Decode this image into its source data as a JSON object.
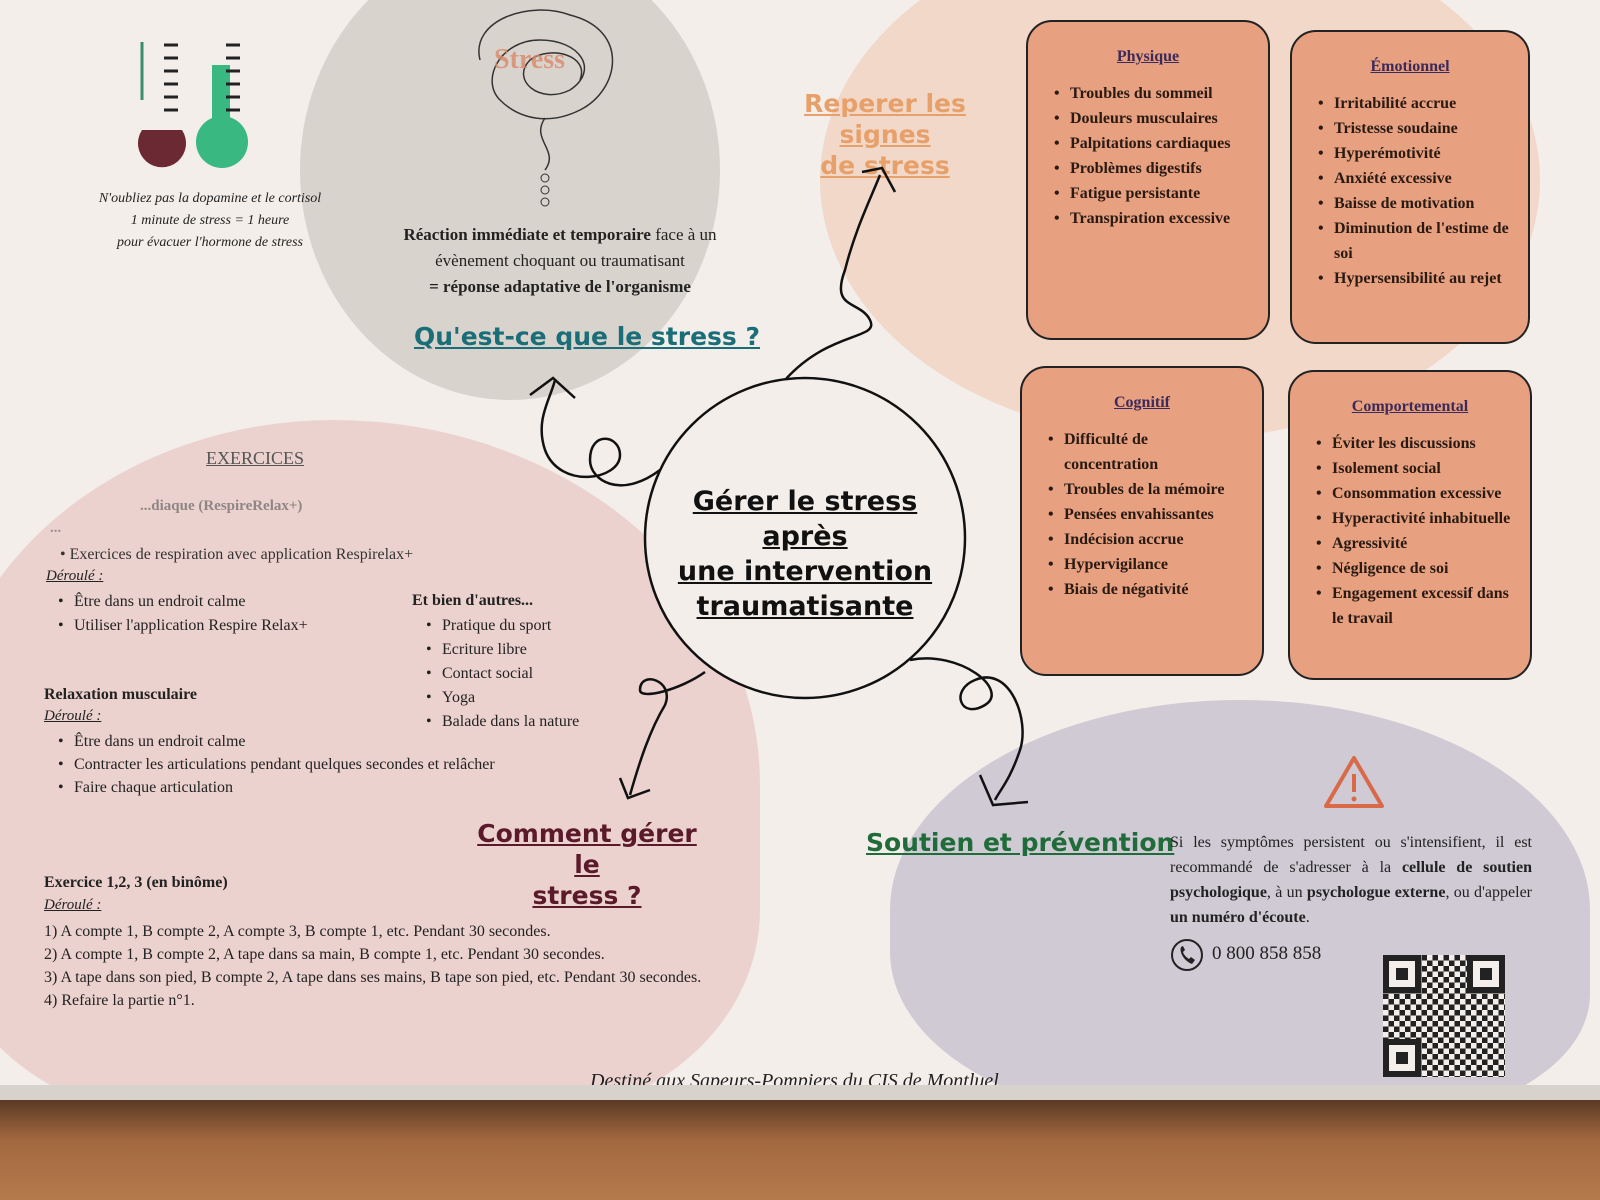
{
  "thermometer_note": [
    "N'oubliez pas la dopamine et le cortisol",
    "1 minute de stress = 1 heure",
    "pour évacuer l'hormone de stress"
  ],
  "stress_word": "Stress",
  "definition": {
    "line1_bold": "Réaction immédiate et temporaire",
    "line1_rest": " face à un",
    "line2": "évènement choquant ou traumatisant",
    "line3": "= réponse adaptative de l'organisme"
  },
  "headings": {
    "what_is": "Qu'est-ce que le stress ?",
    "signs": [
      "Reperer les signes",
      "de stress"
    ],
    "how_to": [
      "Comment gérer le",
      "stress ?"
    ],
    "support": "Soutien et prévention"
  },
  "center_title": [
    "Gérer le stress après",
    "une intervention",
    "traumatisante"
  ],
  "boxes": {
    "physique": {
      "title": "Physique",
      "items": [
        "Troubles du sommeil",
        "Douleurs musculaires",
        "Palpitations cardiaques",
        "Problèmes digestifs",
        "Fatigue persistante",
        "Transpiration excessive"
      ]
    },
    "emotionnel": {
      "title": "Émotionnel",
      "items": [
        "Irritabilité accrue",
        "Tristesse soudaine",
        "Hyperémotivité",
        "Anxiété excessive",
        "Baisse de motivation",
        "Diminution de l'estime de soi",
        "Hypersensibilité au rejet"
      ]
    },
    "cognitif": {
      "title": "Cognitif",
      "items": [
        "Difficulté de concentration",
        "Troubles de la mémoire",
        "Pensées envahissantes",
        "Indécision accrue",
        "Hypervigilance",
        "Biais de négativité"
      ]
    },
    "comportemental": {
      "title": "Comportemental",
      "items": [
        "Éviter les discussions",
        "Isolement social",
        "Consommation excessive",
        "Hyperactivité inhabituelle",
        "Agressivité",
        "Négligence de soi",
        "Engagement excessif dans le travail"
      ]
    }
  },
  "exercises": {
    "title": "EXERCICES",
    "cardiac_title": "...diaque (RespireRelax+)",
    "cardiac_sub": "...",
    "cardiac_desc": "• Exercices de respiration avec application Respirelax+",
    "deroule": "Déroulé :",
    "cardiac_steps": [
      "Être dans un endroit calme",
      "Utiliser l'application Respire Relax+"
    ],
    "others_title": "Et bien d'autres...",
    "others": [
      "Pratique du sport",
      "Ecriture libre",
      "Contact social",
      "Yoga",
      "Balade dans la nature"
    ],
    "muscle_title": "Relaxation musculaire",
    "muscle_steps": [
      "Être dans un endroit calme",
      "Contracter les articulations pendant quelques secondes et relâcher",
      "Faire chaque articulation"
    ],
    "binome_title": "Exercice 1,2, 3 (en binôme)",
    "binome_steps": [
      "1) A compte 1, B compte 2, A compte 3, B compte 1, etc. Pendant 30 secondes.",
      "2) A compte 1, B compte 2, A tape dans sa main, B compte 1, etc. Pendant 30 secondes.",
      "3) A tape dans son pied, B compte 2, A tape dans ses mains, B tape son pied, etc. Pendant 30 secondes.",
      "4) Refaire la partie n°1."
    ]
  },
  "support_text": {
    "p1": "Si les symptômes persistent ou s'intensifient, il est recommandé de s'adresser à la ",
    "b1": "cellule de soutien psychologique",
    "p2": ", à un ",
    "b2": "psychologue externe",
    "p3": ", ou d'appeler ",
    "b3": "un numéro d'écoute",
    "p4": "."
  },
  "phone": "0 800 858 858",
  "footer": "Destiné aux Sapeurs-Pompiers du CIS de Montluel",
  "colors": {
    "box": "#e7a080",
    "teal": "#1a6e78",
    "green": "#1f6b3a",
    "orange": "#e8a06a",
    "maroon": "#5a1a2a"
  }
}
